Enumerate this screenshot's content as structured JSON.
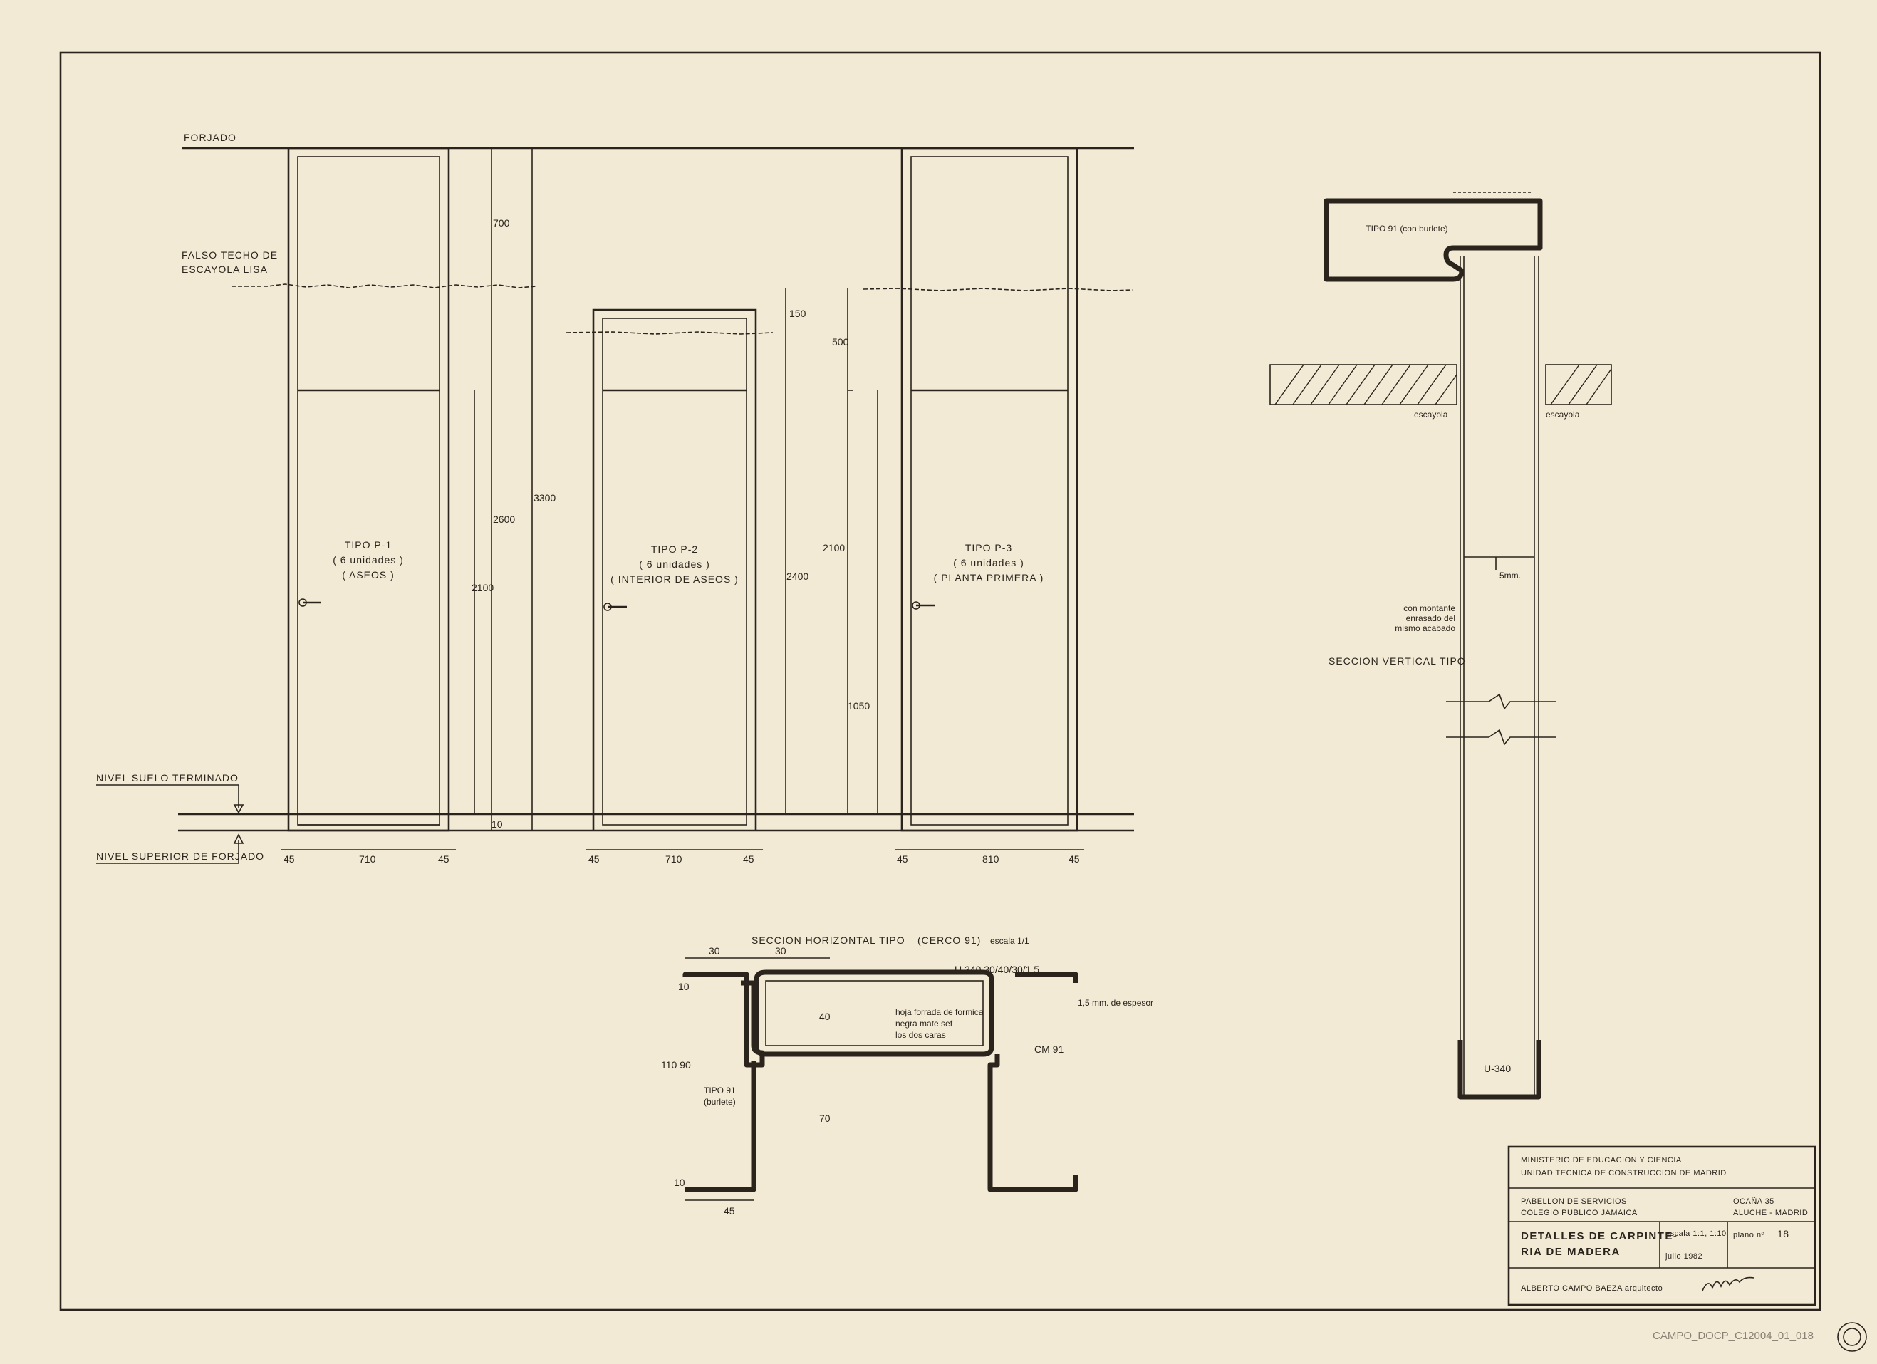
{
  "labels": {
    "forjado": "FORJADO",
    "falso_techo_1": "FALSO TECHO DE",
    "falso_techo_2": "ESCAYOLA LISA",
    "nivel_suelo": "NIVEL SUELO TERMINADO",
    "nivel_superior": "NIVEL SUPERIOR DE FORJADO"
  },
  "doors": [
    {
      "type": "TIPO P-1",
      "units": "( 6 unidades )",
      "use": "( ASEOS )"
    },
    {
      "type": "TIPO P-2",
      "units": "( 6 unidades )",
      "use": "( INTERIOR DE ASEOS )"
    },
    {
      "type": "TIPO P-3",
      "units": "( 6 unidades )",
      "use": "( PLANTA PRIMERA )"
    }
  ],
  "dims": {
    "d700": "700",
    "d2600": "2600",
    "d3300": "3300",
    "d2100a": "2100",
    "d150": "150",
    "d500": "500",
    "d2400": "2400",
    "d2100b": "2100",
    "d1050": "1050",
    "d10": "10",
    "w1": [
      "45",
      "710",
      "45"
    ],
    "w2": [
      "45",
      "710",
      "45"
    ],
    "w3": [
      "45",
      "810",
      "45"
    ]
  },
  "vertical_section": {
    "tipo": "TIPO 91 (con burlete)",
    "escayola_left": "escayola",
    "escayola_right": "escayola",
    "gap": "5mm.",
    "note_1": "con montante",
    "note_2": "enrasado del",
    "note_3": "mismo acabado",
    "title": "SECCION VERTICAL TIPO",
    "profile": "U-340"
  },
  "horizontal_section": {
    "title": "SECCION HORIZONTAL TIPO",
    "cerco": "(CERCO 91)",
    "escala": "escala 1/1",
    "d30a": "30",
    "d30b": "30",
    "u340": "U 340  30/40/30/1,5",
    "d10a": "10",
    "d40": "40",
    "hoja_1": "hoja forrada de formica",
    "hoja_2": "negra mate sef",
    "hoja_3": "los dos caras",
    "espesor": "1,5 mm. de espesor",
    "cm91": "CM 91",
    "d110": "110 90",
    "tipo91": "TIPO 91",
    "burlete": "(burlete)",
    "d70": "70",
    "d10b": "10",
    "d45": "45"
  },
  "title_block": {
    "ministerio": "MINISTERIO DE EDUCACION Y CIENCIA",
    "unidad": "UNIDAD TECNICA DE CONSTRUCCION DE MADRID",
    "pabellon": "PABELLON DE SERVICIOS",
    "colegio": "COLEGIO PUBLICO JAMAICA",
    "ocana": "OCAÑA 35",
    "aluche": "ALUCHE - MADRID",
    "titulo_1": "DETALLES DE CARPINTE-",
    "titulo_2": "RIA DE MADERA",
    "escala": "escala 1:1, 1:10",
    "plano": "plano nº",
    "plano_num": "18",
    "fecha": "julio 1982",
    "arquitecto": "ALBERTO CAMPO BAEZA  arquitecto"
  },
  "archive_code": "CAMPO_DOCP_C12004_01_018"
}
